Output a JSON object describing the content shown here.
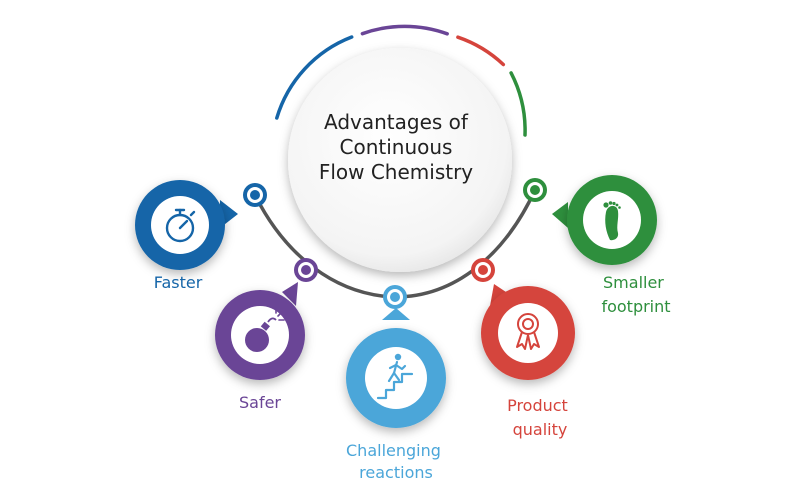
{
  "title": {
    "line1": "Advantages of",
    "line2": "Continuous",
    "line3": "Flow Chemistry"
  },
  "colors": {
    "arc": "#555555",
    "blue": "#1565a8",
    "purple": "#6a4596",
    "light_blue": "#4ba6d9",
    "red": "#d5443c",
    "green": "#2e8f3d"
  },
  "items": [
    {
      "id": "faster",
      "label_lines": [
        "Faster"
      ],
      "icon": "stopwatch-icon",
      "color": "#1565a8"
    },
    {
      "id": "safer",
      "label_lines": [
        "Safer"
      ],
      "icon": "bomb-icon",
      "color": "#6a4596"
    },
    {
      "id": "challenging",
      "label_lines": [
        "Challenging",
        "reactions"
      ],
      "icon": "climbing-stairs-icon",
      "color": "#4ba6d9"
    },
    {
      "id": "product",
      "label_lines": [
        "Product",
        "quality"
      ],
      "icon": "award-ribbon-icon",
      "color": "#d5443c"
    },
    {
      "id": "footprint",
      "label_lines": [
        "Smaller",
        "footprint"
      ],
      "icon": "footprint-icon",
      "color": "#2e8f3d"
    }
  ]
}
